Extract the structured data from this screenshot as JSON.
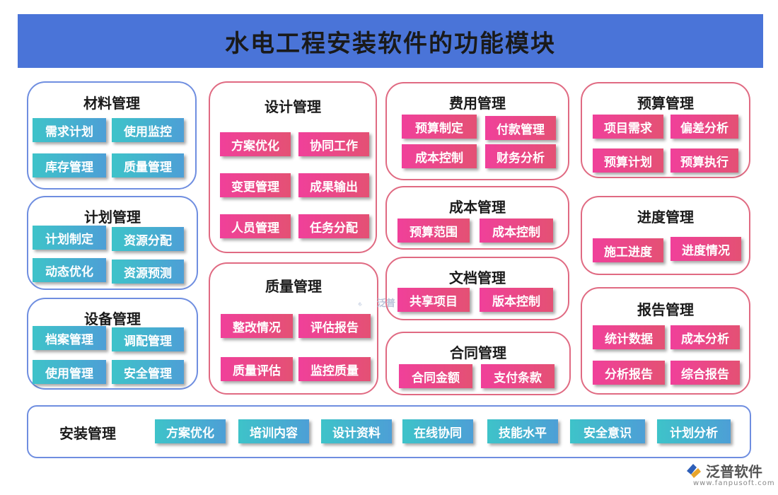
{
  "title": "水电工程安装软件的功能模块",
  "modules": {
    "material": {
      "title": "材料管理",
      "items": [
        "需求计划",
        "使用监控",
        "库存管理",
        "质量管理"
      ]
    },
    "plan": {
      "title": "计划管理",
      "items": [
        "计划制定",
        "资源分配",
        "动态优化",
        "资源预测"
      ]
    },
    "equipment": {
      "title": "设备管理",
      "items": [
        "档案管理",
        "调配管理",
        "使用管理",
        "安全管理"
      ]
    },
    "design": {
      "title": "设计管理",
      "items": [
        "方案优化",
        "协同工作",
        "变更管理",
        "成果输出",
        "人员管理",
        "任务分配"
      ]
    },
    "quality": {
      "title": "质量管理",
      "items": [
        "整改情况",
        "评估报告",
        "质量评估",
        "监控质量"
      ]
    },
    "expense": {
      "title": "费用管理",
      "items": [
        "预算制定",
        "付款管理",
        "成本控制",
        "财务分析"
      ]
    },
    "cost": {
      "title": "成本管理",
      "items": [
        "预算范围",
        "成本控制"
      ]
    },
    "document": {
      "title": "文档管理",
      "items": [
        "共享项目",
        "版本控制"
      ]
    },
    "contract": {
      "title": "合同管理",
      "items": [
        "合同金额",
        "支付条款"
      ]
    },
    "budget": {
      "title": "预算管理",
      "items": [
        "项目需求",
        "偏差分析",
        "预算计划",
        "预算执行"
      ]
    },
    "progress": {
      "title": "进度管理",
      "items": [
        "施工进度",
        "进度情况"
      ]
    },
    "report": {
      "title": "报告管理",
      "items": [
        "统计数据",
        "成本分析",
        "分析报告",
        "综合报告"
      ]
    },
    "install": {
      "title": "安装管理",
      "items": [
        "方案优化",
        "培训内容",
        "设计资料",
        "在线协同",
        "技能水平",
        "安全意识",
        "计划分析"
      ]
    }
  },
  "watermark": {
    "brand": "泛普软件",
    "url": "www.fanpusoft.com",
    "faint": "泛普"
  },
  "colors": {
    "header": "#4a74d8",
    "blue_border": "#6f8ee0",
    "red_border": "#e06a82",
    "teal": "#3ec3c9",
    "pink": "#f0409a"
  }
}
